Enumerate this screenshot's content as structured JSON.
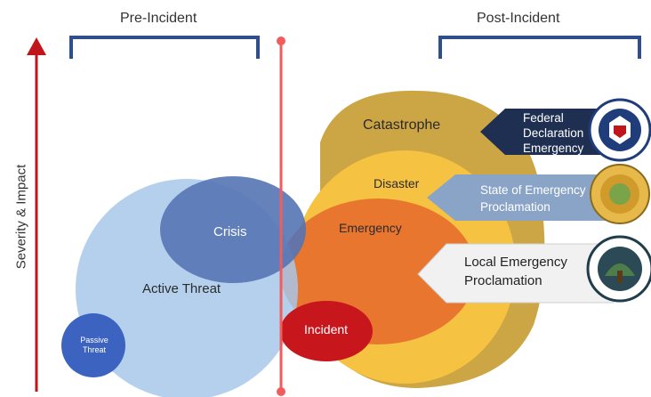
{
  "headers": {
    "pre_incident": "Pre-Incident",
    "post_incident": "Post-Incident"
  },
  "axis": {
    "label": "Severity & Impact"
  },
  "circles": {
    "catastrophe": "Catastrophe",
    "disaster": "Disaster",
    "emergency": "Emergency",
    "incident": "Incident",
    "crisis": "Crisis",
    "active_threat": "Active Threat",
    "passive_threat_line1": "Passive",
    "passive_threat_line2": "Threat"
  },
  "declarations": {
    "federal": {
      "line1": "Federal",
      "line2": "Declaration",
      "line3": "Emergency"
    },
    "state": {
      "line1": "State of Emergency",
      "line2": "Proclamation"
    },
    "local": {
      "line1": "Local Emergency",
      "line2": "Proclamation"
    }
  },
  "colors": {
    "catastrophe": "#c9a03a",
    "disaster": "#f5c242",
    "emergency": "#e8762e",
    "incident": "#c8161d",
    "active_threat": "#a8c8ea",
    "crisis": "#5574b4",
    "passive_threat": "#3d63c0",
    "axis_arrow": "#c0151b",
    "timeline": "#f25c5c",
    "bracket": "#2e4f8c"
  },
  "icons": {
    "federal_seal": "dhs-seal-icon",
    "state_seal": "california-seal-icon",
    "local_seal": "monterey-county-seal-icon"
  }
}
